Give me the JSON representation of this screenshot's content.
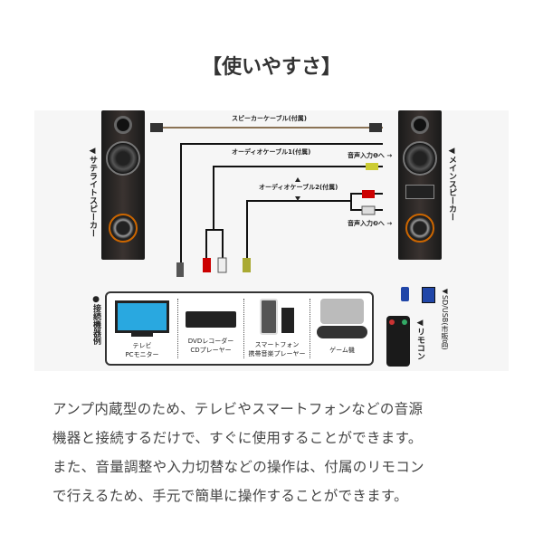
{
  "title": "【使いやすさ】",
  "diagram": {
    "satellite_speaker": "◀サテライトスピーカー",
    "main_speaker": "◀メインスピーカー",
    "speaker_cable": "スピーカーケーブル(付属)",
    "audio_cable_1": "オーディオケーブル1(付属)",
    "audio_cable_2": "オーディオケーブル2(付属)",
    "audio_input_1": "音声入力❶へ →",
    "audio_input_2": "音声入力❷へ →",
    "connection_examples": "●接続機器例",
    "devices": [
      {
        "line1": "テレビ",
        "line2": "PCモニター"
      },
      {
        "line1": "DVDレコーダー",
        "line2": "CDプレーヤー"
      },
      {
        "line1": "スマートフォン",
        "line2": "携帯音楽プレーヤー"
      },
      {
        "line1": "ゲーム機",
        "line2": ""
      }
    ],
    "sd_usb": "◀SD/USB(市販品)",
    "remote": "◀リモコン"
  },
  "description": [
    "アンプ内蔵型のため、テレビやスマートフォンなどの音源",
    "機器と接続するだけで、すぐに使用することができます。",
    "また、音量調整や入力切替などの操作は、付属のリモコン",
    "で行えるため、手元で簡単に操作することができます。"
  ]
}
